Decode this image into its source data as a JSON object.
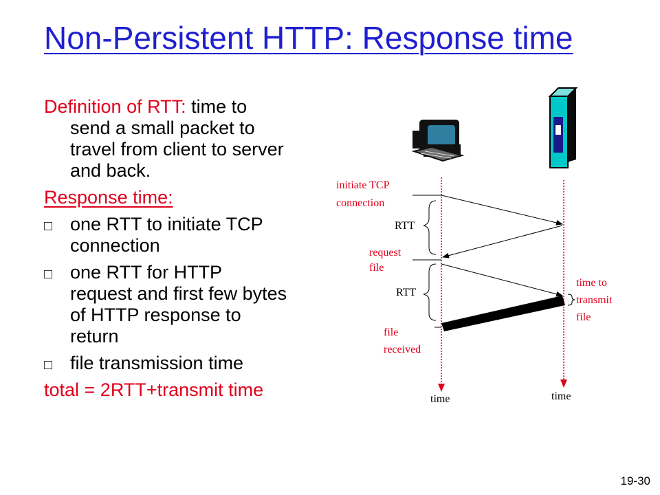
{
  "slide": {
    "title": "Non-Persistent HTTP: Response time",
    "page_number": "19-30"
  },
  "text": {
    "rtt_def_label": "Definition of RTT:",
    "rtt_def_line1": " time to",
    "rtt_def_line2": "send a small packet to",
    "rtt_def_line3": "travel from client to server",
    "rtt_def_line4": "and back.",
    "response_label": "Response time:",
    "bullets": [
      {
        "line1": "one RTT to initiate TCP",
        "line2": "connection"
      },
      {
        "line1": "one RTT for HTTP",
        "line2": "request and first few bytes",
        "line3": "of HTTP response to",
        "line4": "return"
      },
      {
        "line1": "file transmission time"
      }
    ],
    "total": "total = 2RTT+transmit time"
  },
  "diagram": {
    "initiate_line1": "initiate TCP",
    "initiate_line2": "connection",
    "rtt_label": "RTT",
    "request_line1": "request",
    "request_line2": "file",
    "rtt_label2": "RTT",
    "file_line1": "file",
    "file_line2": "received",
    "time_to_line1": "time to",
    "time_to_line2": "transmit",
    "time_to_line3": "file",
    "time_client": "time",
    "time_server": "time",
    "colors": {
      "annotation": "#e0001b",
      "timeline": "#e0001b",
      "server_teal": "#00c8c8"
    }
  }
}
